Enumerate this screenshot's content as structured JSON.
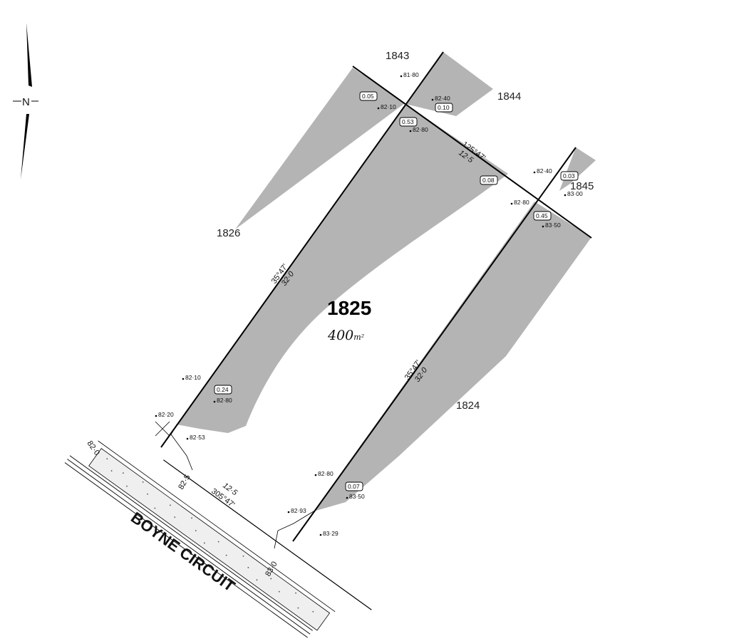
{
  "north_label": "N",
  "subject_lot": {
    "number": "1825",
    "area_value": "400",
    "area_unit": "m²"
  },
  "adjoining_lots": [
    "1843",
    "1844",
    "1845",
    "1826",
    "1824"
  ],
  "street_name": "BOYNE CIRCUIT",
  "dimensions": {
    "rear_bearing": "125°47'",
    "rear_length": "12·5",
    "left_bearing": "35°47'",
    "left_length": "32·0",
    "right_bearing": "35°47'",
    "right_length": "32·0",
    "front_length": "12·5",
    "front_bearing": "305°47'"
  },
  "road_contours": [
    "82·0",
    "82·5",
    "83·0"
  ],
  "spot_levels": [
    "81·80",
    "82·40",
    "82·10",
    "82·80",
    "82·40",
    "83·00",
    "82·80",
    "83·50",
    "82·10",
    "82·80",
    "82·20",
    "82·53",
    "82·80",
    "83·50",
    "82·93",
    "83·29"
  ],
  "boxed_values": [
    "0.05",
    "0.10",
    "0.53",
    "0.08",
    "0.03",
    "0.45",
    "0.24",
    "0.07"
  ],
  "colors": {
    "shade": "#b4b4b4",
    "line": "#000000"
  }
}
